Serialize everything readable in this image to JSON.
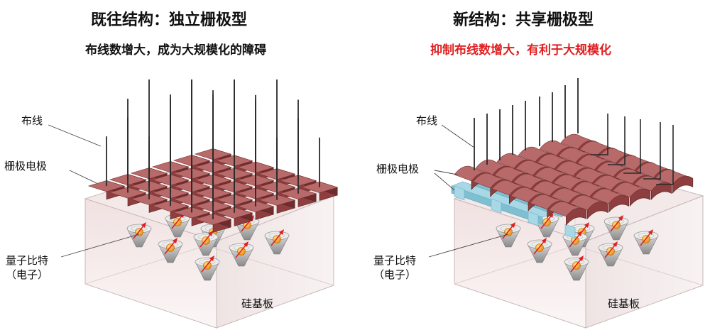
{
  "left_panel": {
    "title": "既往结构：独立栅极型",
    "subtitle": "布线数增大，成为大规模化的障碍",
    "labels": {
      "wiring": "布线",
      "gate_electrode": "栅极电极",
      "qubit_line1": "量子比特",
      "qubit_line2": "（电子）",
      "substrate": "硅基板"
    }
  },
  "right_panel": {
    "title": "新结构：共享栅极型",
    "subtitle": "抑制布线数增大，有利于大规模化",
    "labels": {
      "wiring": "布线",
      "gate_electrode": "栅极电极",
      "qubit_line1": "量子比特",
      "qubit_line2": "（电子）",
      "substrate": "硅基板"
    }
  },
  "colors": {
    "subtitle_emphasis": "#e02020",
    "gate_top": "#b86a6a",
    "gate_front": "#8e3e3e",
    "gate_side": "#6e2c2c",
    "shared_gate_light_blue": "#a8d8e6",
    "substrate_front": "#f6ecec",
    "wire": "#2a2a2a"
  }
}
